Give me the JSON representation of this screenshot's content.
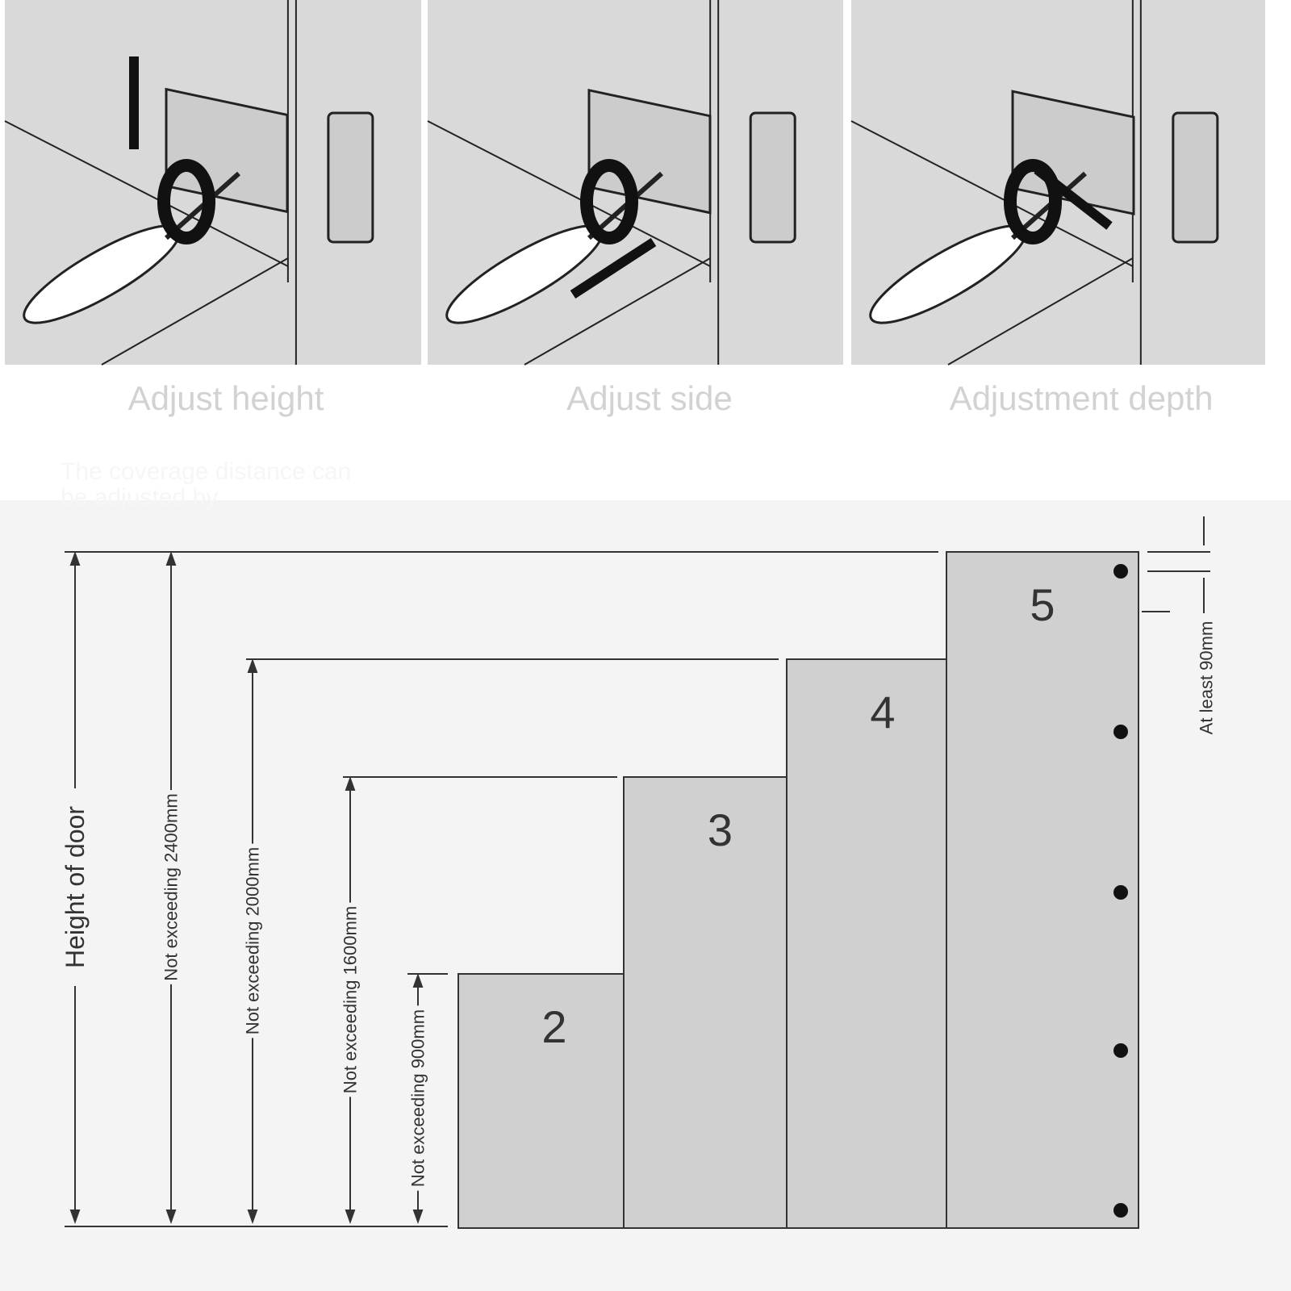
{
  "top_panels": [
    {
      "caption": "Adjust height",
      "arrow": "vertical"
    },
    {
      "caption": "Adjust side",
      "arrow": "diagonal"
    },
    {
      "caption": "Adjustment depth",
      "arrow": "diagonal"
    }
  ],
  "faint_note": [
    "The coverage distance can",
    "be adjusted by"
  ],
  "diagram": {
    "doors": [
      {
        "hinges": "2",
        "label": "Not exceeding 900mm"
      },
      {
        "hinges": "3",
        "label": "Not exceeding 1600mm"
      },
      {
        "hinges": "4",
        "label": "Not exceeding 2000mm"
      },
      {
        "hinges": "5",
        "label": "Not exceeding 2400mm"
      }
    ],
    "height_label": "Height of door",
    "spacing_label": "At least 90mm"
  },
  "colors": {
    "panel": "#d9d9d9",
    "door": "#d0d0d0",
    "line": "#333333",
    "bg": "#f4f4f4"
  }
}
